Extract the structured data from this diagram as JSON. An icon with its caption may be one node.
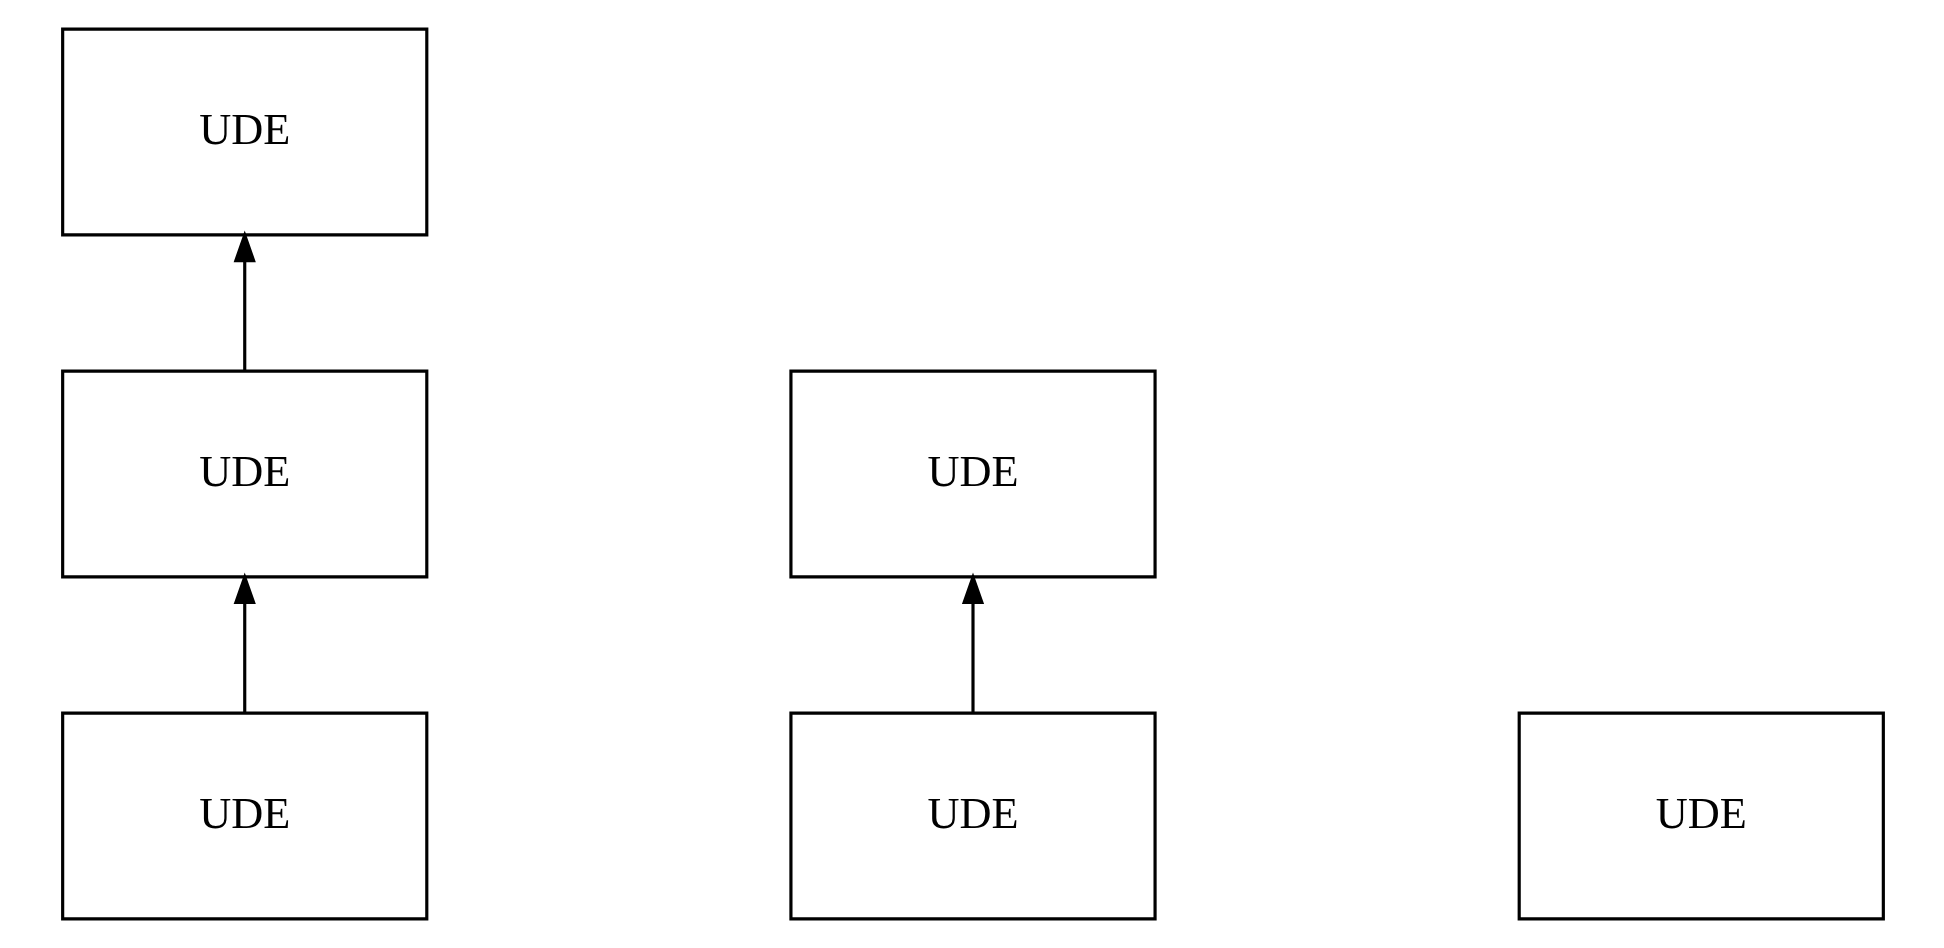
{
  "diagram": {
    "nodes": [
      {
        "text": [
          "UDE"
        ]
      },
      {
        "text": [
          "UDE"
        ]
      },
      {
        "text": [
          "UDE"
        ]
      },
      {
        "text": [
          "UDE"
        ]
      },
      {
        "text": [
          "UDE"
        ]
      },
      {
        "text": [
          "UDE"
        ]
      }
    ],
    "edges": [
      {
        "from": 2,
        "to": 1,
        "arrow": "to"
      },
      {
        "from": 1,
        "to": 0,
        "arrow": "to"
      },
      {
        "from": 4,
        "to": 3,
        "arrow": "to"
      }
    ]
  }
}
